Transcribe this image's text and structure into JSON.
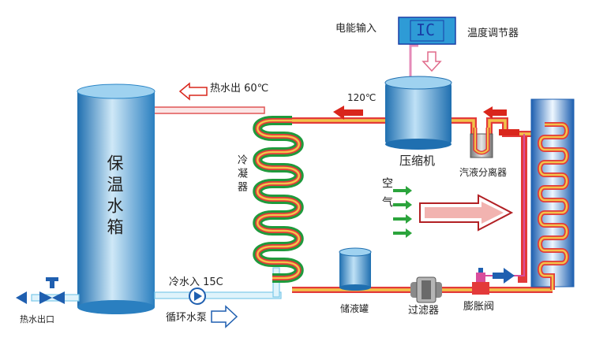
{
  "labels": {
    "tank": "保温水箱",
    "condenser": "冷凝器",
    "air": "空气",
    "compressor": "压缩机",
    "separator": "汽液分离器",
    "reservoir": "储液罐",
    "filter": "过滤器",
    "expansion_valve": "膨胀阀",
    "power_input": "电能输入",
    "ic": "IC",
    "thermostat": "温度调节器",
    "hot_water_out_top": "热水出 60℃",
    "temp_120": "120℃",
    "cold_water_in": "冷水入 15C",
    "circ_pump": "循环水泵",
    "hot_water_outlet": "热水出口"
  },
  "colors": {
    "refrigerant_line": "#f2c34a",
    "hot_line": "#e33a3a",
    "water_line": "#8fd6f2",
    "condenser_green": "#1f9a3c",
    "arrow_red": "#d9261c",
    "arrow_blue": "#1f5fb0",
    "arrow_green": "#2ba43c",
    "tank_blue": "#2b86c7"
  }
}
